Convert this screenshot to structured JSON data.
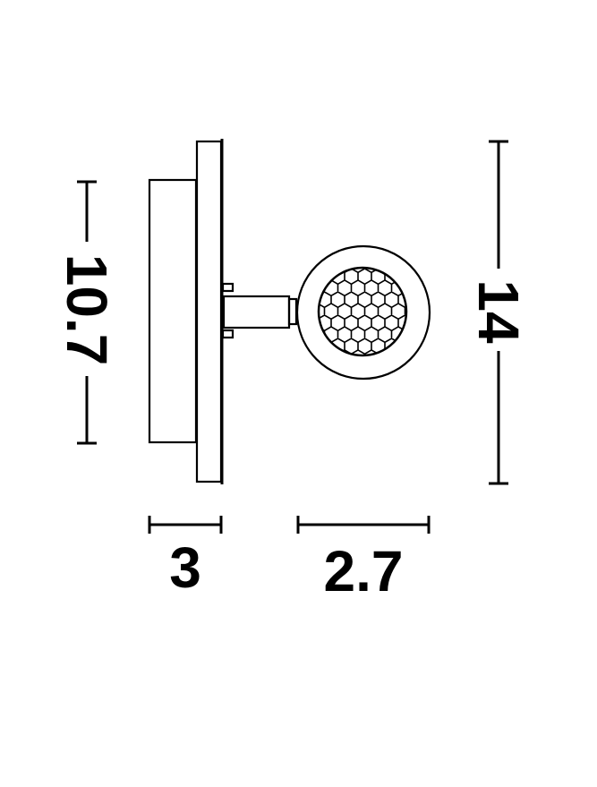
{
  "dimensions": {
    "height_backbox": "10.7",
    "height_total": "14",
    "depth_base": "3",
    "depth_head": "2.7"
  },
  "colors": {
    "line": "#000000",
    "background": "#ffffff"
  }
}
